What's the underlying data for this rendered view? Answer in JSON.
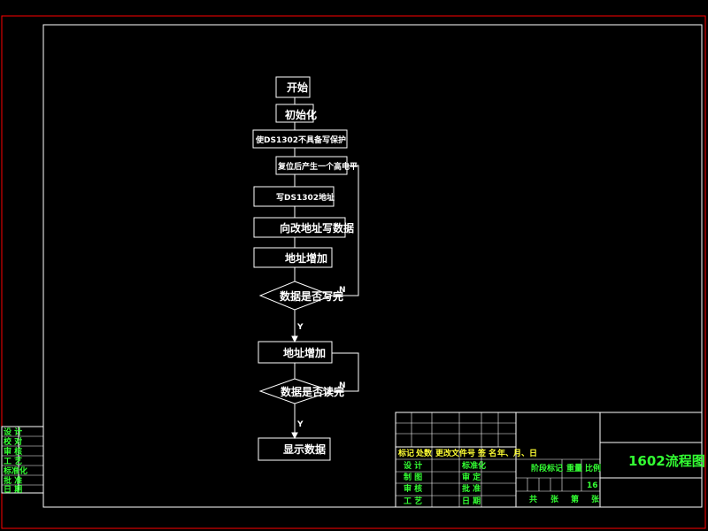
{
  "colors": {
    "background": "#000000",
    "border": "#ff0000",
    "flow": "#ffffff",
    "title_text": "#33ff33",
    "table_text": "#33ff33",
    "accent_text": "#ffff33"
  },
  "flowchart": {
    "steps": [
      {
        "id": "start",
        "label": "开始"
      },
      {
        "id": "init",
        "label": "初始化"
      },
      {
        "id": "ds1302_unprotect",
        "label": "使DS1302不具备写保护"
      },
      {
        "id": "reset_high",
        "label": "复位后产生一个高电平"
      },
      {
        "id": "write_addr",
        "label": "写DS1302地址"
      },
      {
        "id": "write_data",
        "label": "向改地址写数据"
      },
      {
        "id": "addr_inc_1",
        "label": "地址增加"
      },
      {
        "id": "write_done",
        "label": "数据是否写完"
      },
      {
        "id": "addr_inc_2",
        "label": "地址增加"
      },
      {
        "id": "read_done",
        "label": "数据是否读完"
      },
      {
        "id": "display",
        "label": "显示数据"
      }
    ],
    "branch_labels": {
      "yes": "Y",
      "no": "N"
    }
  },
  "left_strip": [
    "设 计",
    "校 对",
    "审 核",
    "工 艺",
    "标准化",
    "批 准",
    "日 期"
  ],
  "title_block": {
    "drawing_title": "1602流程图",
    "header_row": [
      "标记",
      "处数",
      "更改文件号",
      "签 名",
      "年、月、日"
    ],
    "roles_left": [
      "设 计",
      "制 图",
      "审 核",
      "工 艺"
    ],
    "roles_mid": [
      "标准化",
      "审 定",
      "批 准",
      "日 期"
    ],
    "stage_header": [
      "阶段标记",
      "重量",
      "比例"
    ],
    "scale_value": "16",
    "sheet_row": [
      "共",
      "张",
      "第",
      "张"
    ]
  }
}
